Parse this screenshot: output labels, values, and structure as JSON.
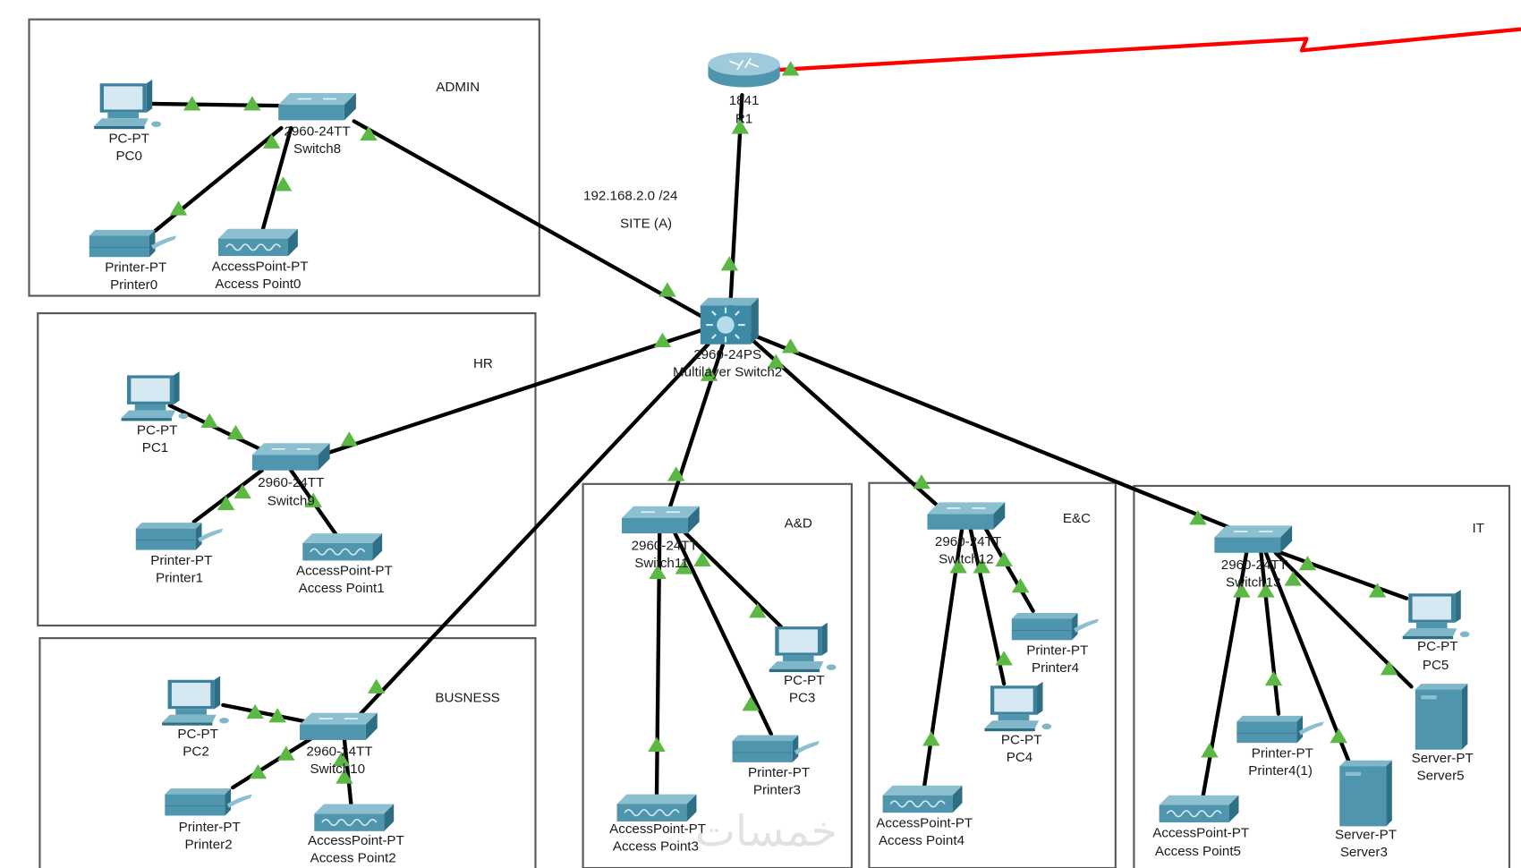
{
  "colors": {
    "link": "#000000",
    "serial_link": "#ff0000",
    "port_up": "#5cb844",
    "device_body": "#4f95ad",
    "device_top": "#7fb6c8",
    "device_dark": "#2f6f86",
    "screen": "#d6e9f2",
    "zone_border": "#5a5a5a"
  },
  "annotations": {
    "subnet": "192.168.2.0 /24",
    "site": "SITE (A)"
  },
  "watermark": "خمسات",
  "zones": [
    {
      "id": "admin",
      "label": "ADMIN"
    },
    {
      "id": "hr",
      "label": "HR"
    },
    {
      "id": "business",
      "label": "BUSNESS"
    },
    {
      "id": "asd",
      "label": "A&D"
    },
    {
      "id": "ec",
      "label": "E&C"
    },
    {
      "id": "it",
      "label": "IT"
    }
  ],
  "devices": [
    {
      "id": "r1",
      "type": "router",
      "model": "1841",
      "name": "R1"
    },
    {
      "id": "ms2",
      "type": "multilayer-switch",
      "model": "2960-24PS",
      "name": "Multilayer Switch2"
    },
    {
      "id": "sw8",
      "type": "switch",
      "model": "2960-24TT",
      "name": "Switch8"
    },
    {
      "id": "pc0",
      "type": "pc",
      "model": "PC-PT",
      "name": "PC0"
    },
    {
      "id": "pr0",
      "type": "printer",
      "model": "Printer-PT",
      "name": "Printer0"
    },
    {
      "id": "ap0",
      "type": "access-point",
      "model": "AccessPoint-PT",
      "name": "Access Point0"
    },
    {
      "id": "sw9",
      "type": "switch",
      "model": "2960-24TT",
      "name": "Switch9"
    },
    {
      "id": "pc1",
      "type": "pc",
      "model": "PC-PT",
      "name": "PC1"
    },
    {
      "id": "pr1",
      "type": "printer",
      "model": "Printer-PT",
      "name": "Printer1"
    },
    {
      "id": "ap1",
      "type": "access-point",
      "model": "AccessPoint-PT",
      "name": "Access Point1"
    },
    {
      "id": "sw10",
      "type": "switch",
      "model": "2960-24TT",
      "name": "Switch10"
    },
    {
      "id": "pc2",
      "type": "pc",
      "model": "PC-PT",
      "name": "PC2"
    },
    {
      "id": "pr2",
      "type": "printer",
      "model": "Printer-PT",
      "name": "Printer2"
    },
    {
      "id": "ap2",
      "type": "access-point",
      "model": "AccessPoint-PT",
      "name": "Access Point2"
    },
    {
      "id": "sw11",
      "type": "switch",
      "model": "2960-24TT",
      "name": "Switch11"
    },
    {
      "id": "pc3",
      "type": "pc",
      "model": "PC-PT",
      "name": "PC3"
    },
    {
      "id": "pr3",
      "type": "printer",
      "model": "Printer-PT",
      "name": "Printer3"
    },
    {
      "id": "ap3",
      "type": "access-point",
      "model": "AccessPoint-PT",
      "name": "Access Point3"
    },
    {
      "id": "sw12",
      "type": "switch",
      "model": "2960-24TT",
      "name": "Switch12"
    },
    {
      "id": "pr4",
      "type": "printer",
      "model": "Printer-PT",
      "name": "Printer4"
    },
    {
      "id": "pc4",
      "type": "pc",
      "model": "PC-PT",
      "name": "PC4"
    },
    {
      "id": "ap4",
      "type": "access-point",
      "model": "AccessPoint-PT",
      "name": "Access Point4"
    },
    {
      "id": "sw13",
      "type": "switch",
      "model": "2960-24TT",
      "name": "Switch13"
    },
    {
      "id": "pc5",
      "type": "pc",
      "model": "PC-PT",
      "name": "PC5"
    },
    {
      "id": "srv5",
      "type": "server",
      "model": "Server-PT",
      "name": "Server5"
    },
    {
      "id": "srv3",
      "type": "server",
      "model": "Server-PT",
      "name": "Server3"
    },
    {
      "id": "pr41",
      "type": "printer",
      "model": "Printer-PT",
      "name": "Printer4(1)"
    },
    {
      "id": "ap5",
      "type": "access-point",
      "model": "AccessPoint-PT",
      "name": "Access Point5"
    }
  ],
  "links": [
    {
      "from": "r1",
      "to": "external",
      "kind": "serial"
    },
    {
      "from": "r1",
      "to": "ms2",
      "kind": "copper"
    },
    {
      "from": "ms2",
      "to": "sw8",
      "kind": "copper"
    },
    {
      "from": "ms2",
      "to": "sw9",
      "kind": "copper"
    },
    {
      "from": "ms2",
      "to": "sw10",
      "kind": "copper"
    },
    {
      "from": "ms2",
      "to": "sw11",
      "kind": "copper"
    },
    {
      "from": "ms2",
      "to": "sw12",
      "kind": "copper"
    },
    {
      "from": "ms2",
      "to": "sw13",
      "kind": "copper"
    },
    {
      "from": "sw8",
      "to": "pc0",
      "kind": "copper"
    },
    {
      "from": "sw8",
      "to": "pr0",
      "kind": "copper"
    },
    {
      "from": "sw8",
      "to": "ap0",
      "kind": "copper"
    },
    {
      "from": "sw9",
      "to": "pc1",
      "kind": "copper"
    },
    {
      "from": "sw9",
      "to": "pr1",
      "kind": "copper"
    },
    {
      "from": "sw9",
      "to": "ap1",
      "kind": "copper"
    },
    {
      "from": "sw10",
      "to": "pc2",
      "kind": "copper"
    },
    {
      "from": "sw10",
      "to": "pr2",
      "kind": "copper"
    },
    {
      "from": "sw10",
      "to": "ap2",
      "kind": "copper"
    },
    {
      "from": "sw11",
      "to": "pc3",
      "kind": "copper"
    },
    {
      "from": "sw11",
      "to": "pr3",
      "kind": "copper"
    },
    {
      "from": "sw11",
      "to": "ap3",
      "kind": "copper"
    },
    {
      "from": "sw12",
      "to": "pr4",
      "kind": "copper"
    },
    {
      "from": "sw12",
      "to": "pc4",
      "kind": "copper"
    },
    {
      "from": "sw12",
      "to": "ap4",
      "kind": "copper"
    },
    {
      "from": "sw13",
      "to": "pc5",
      "kind": "copper"
    },
    {
      "from": "sw13",
      "to": "srv5",
      "kind": "copper"
    },
    {
      "from": "sw13",
      "to": "srv3",
      "kind": "copper"
    },
    {
      "from": "sw13",
      "to": "pr41",
      "kind": "copper"
    },
    {
      "from": "sw13",
      "to": "ap5",
      "kind": "copper"
    }
  ]
}
